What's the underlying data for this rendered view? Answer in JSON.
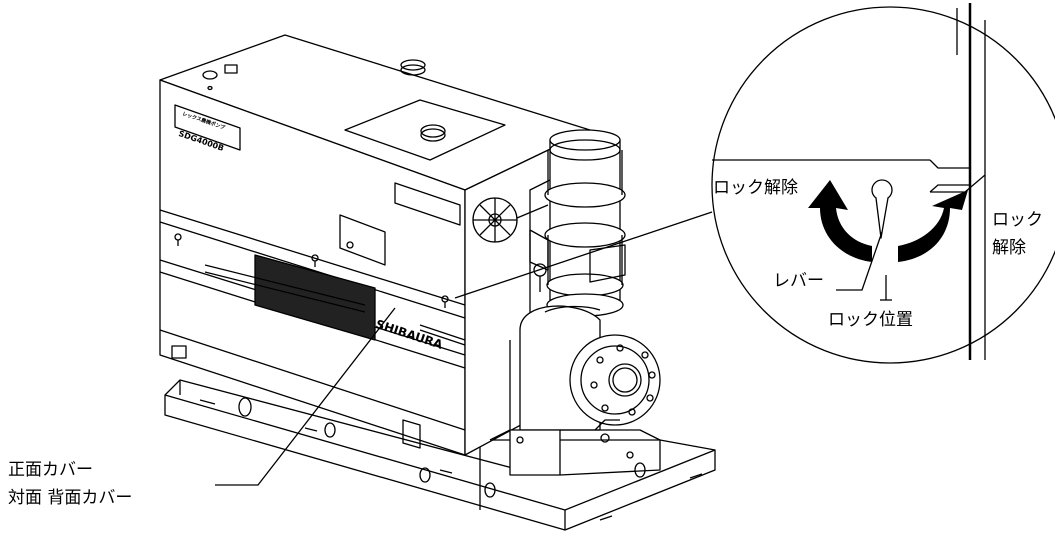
{
  "main": {
    "callout": {
      "front_cover_label": "正面カバー",
      "rear_cover_label": "対面 背面カバー"
    },
    "nameplate": {
      "model": "SDG4000B",
      "title": "レックス農機ポンプ",
      "brand": "SHIBAURA"
    },
    "detail": {
      "unlock_left": "ロック解除",
      "unlock_right_line1": "ロック",
      "unlock_right_line2": "解除",
      "lever": "レバー",
      "lock_position": "ロック位置"
    },
    "colors": {
      "line": "#000000",
      "arrow": "#000000",
      "background": "#ffffff"
    }
  }
}
